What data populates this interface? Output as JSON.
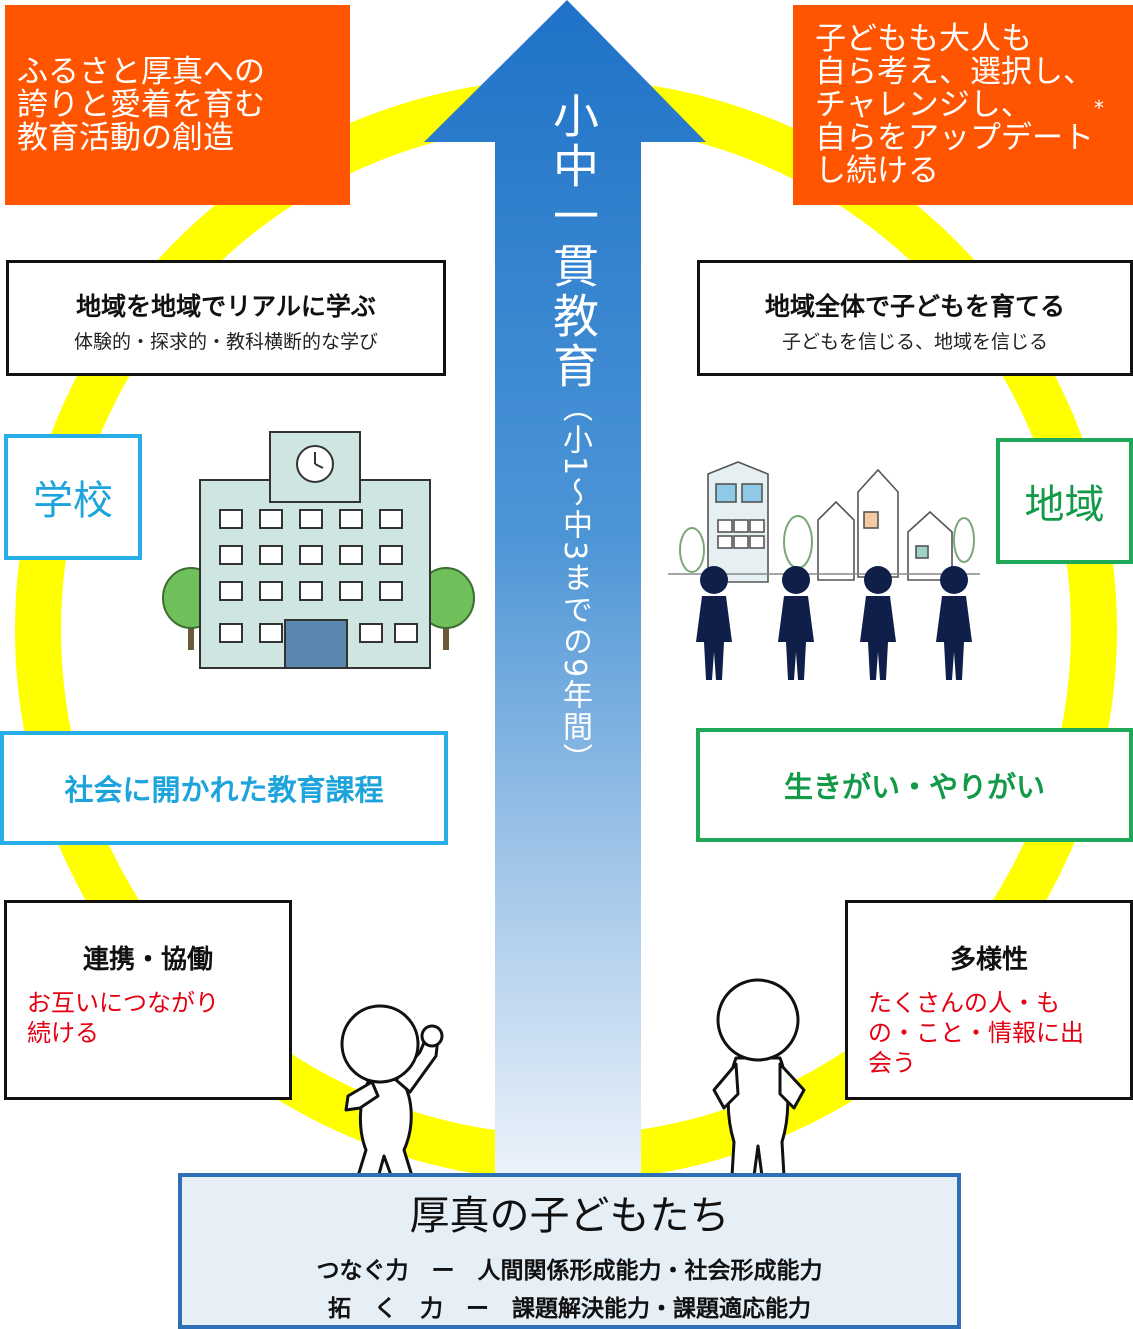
{
  "goals": {
    "left": [
      "ふるさと厚真への",
      "誇りと愛着を育む",
      "教育活動の創造"
    ],
    "right": [
      "子どもも大人も",
      "自ら考え、選択し、",
      "チャレンジし、",
      "自らをアップデート",
      "し続ける"
    ],
    "right_mark": "*"
  },
  "arrow": {
    "title": "小中一貫教育",
    "subtitle": "（小1～中3までの9年間）"
  },
  "learning": {
    "title": "地域を地域でリアルに学ぶ",
    "subtitle": "体験的・探求的・教科横断的な学び"
  },
  "raising": {
    "title": "地域全体で子どもを育てる",
    "subtitle": "子どもを信じる、地域を信じる"
  },
  "school_label": "学校",
  "community_label": "地域",
  "curriculum": "社会に開かれた教育課程",
  "fulfillment": "生きがい・やりがい",
  "cooperation": {
    "title": "連携・協働",
    "lines": [
      "お互いにつながり",
      "続ける"
    ]
  },
  "diversity": {
    "title": "多様性",
    "lines": [
      "たくさんの人・も",
      "の・こと・情報に出",
      "会う"
    ]
  },
  "children": {
    "title": "厚真の子どもたち",
    "line1": "つなぐ力　ー　人間関係形成能力・社会形成能力",
    "line2": "拓　く　力　ー　課題解決能力・課題適応能力"
  },
  "colors": {
    "ring": "#ffff00",
    "orange": "#ff5500",
    "arrow_top": "#1f74c9",
    "school_blue": "#27aee6",
    "community_green": "#1ea857",
    "red_text": "#e50012"
  }
}
